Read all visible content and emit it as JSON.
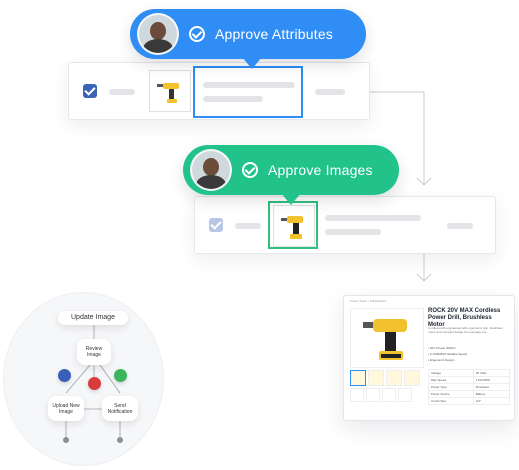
{
  "approve_attributes": {
    "label": "Approve Attributes",
    "color": "#2f8df5"
  },
  "approve_images": {
    "label": "Approve Images",
    "color": "#22c38a"
  },
  "product": {
    "breadcrumb": "Power Tools  >  Drills/Drivers",
    "title": "ROCK 20V MAX Cordless Power Drill, Brushless Motor",
    "description": "Cordless drill engineered with ergonomic grip, brushless motor and compact design for everyday use.",
    "bullets": [
      "20V Torque 300Nm",
      "0-1500RPM Variable Speed",
      "Ergonomic Design"
    ],
    "specs": [
      [
        "Voltage",
        "20 Volts"
      ],
      [
        "Max Speed",
        "1700 RPM"
      ],
      [
        "Power Type",
        "Brushless"
      ],
      [
        "Power Source",
        "Battery"
      ],
      [
        "Chuck Size",
        "1/2\""
      ]
    ]
  },
  "workflow": {
    "update_image": "Update Image",
    "review_image": "Review Image",
    "upload_new_image": "Upload New Image",
    "send_notification": "Send Notification"
  }
}
